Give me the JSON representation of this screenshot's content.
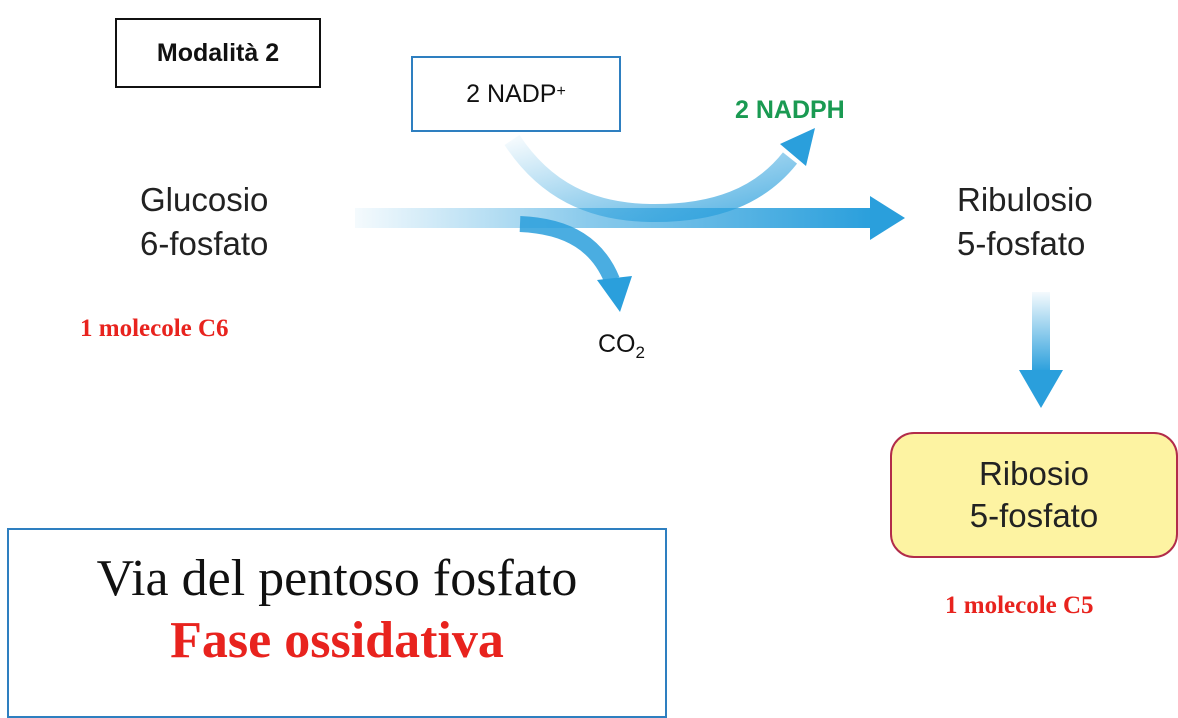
{
  "mode_label": "Modalità 2",
  "cofactor_in": {
    "text": "2 NADP",
    "superscript": "+"
  },
  "cofactor_out": "2 NADPH",
  "substrate": {
    "line1": "Glucosio",
    "line2": "6-fosfato",
    "count": "1 molecole C6"
  },
  "byproduct": {
    "text": "CO",
    "subscript": "2"
  },
  "intermediate": {
    "line1": "Ribulosio",
    "line2": "5-fosfato"
  },
  "product": {
    "line1": "Ribosio",
    "line2": "5-fosfato",
    "count": "1 molecole C5"
  },
  "pathway": {
    "title": "Via del pentoso fosfato",
    "phase": "Fase ossidativa"
  },
  "colors": {
    "arrow": "#2a9fdc",
    "nadph": "#1a9a52",
    "count_red": "#e8231e",
    "box_blue": "#2e7fc0",
    "product_fill": "#fdf3a2",
    "product_border": "#b22c4a"
  }
}
